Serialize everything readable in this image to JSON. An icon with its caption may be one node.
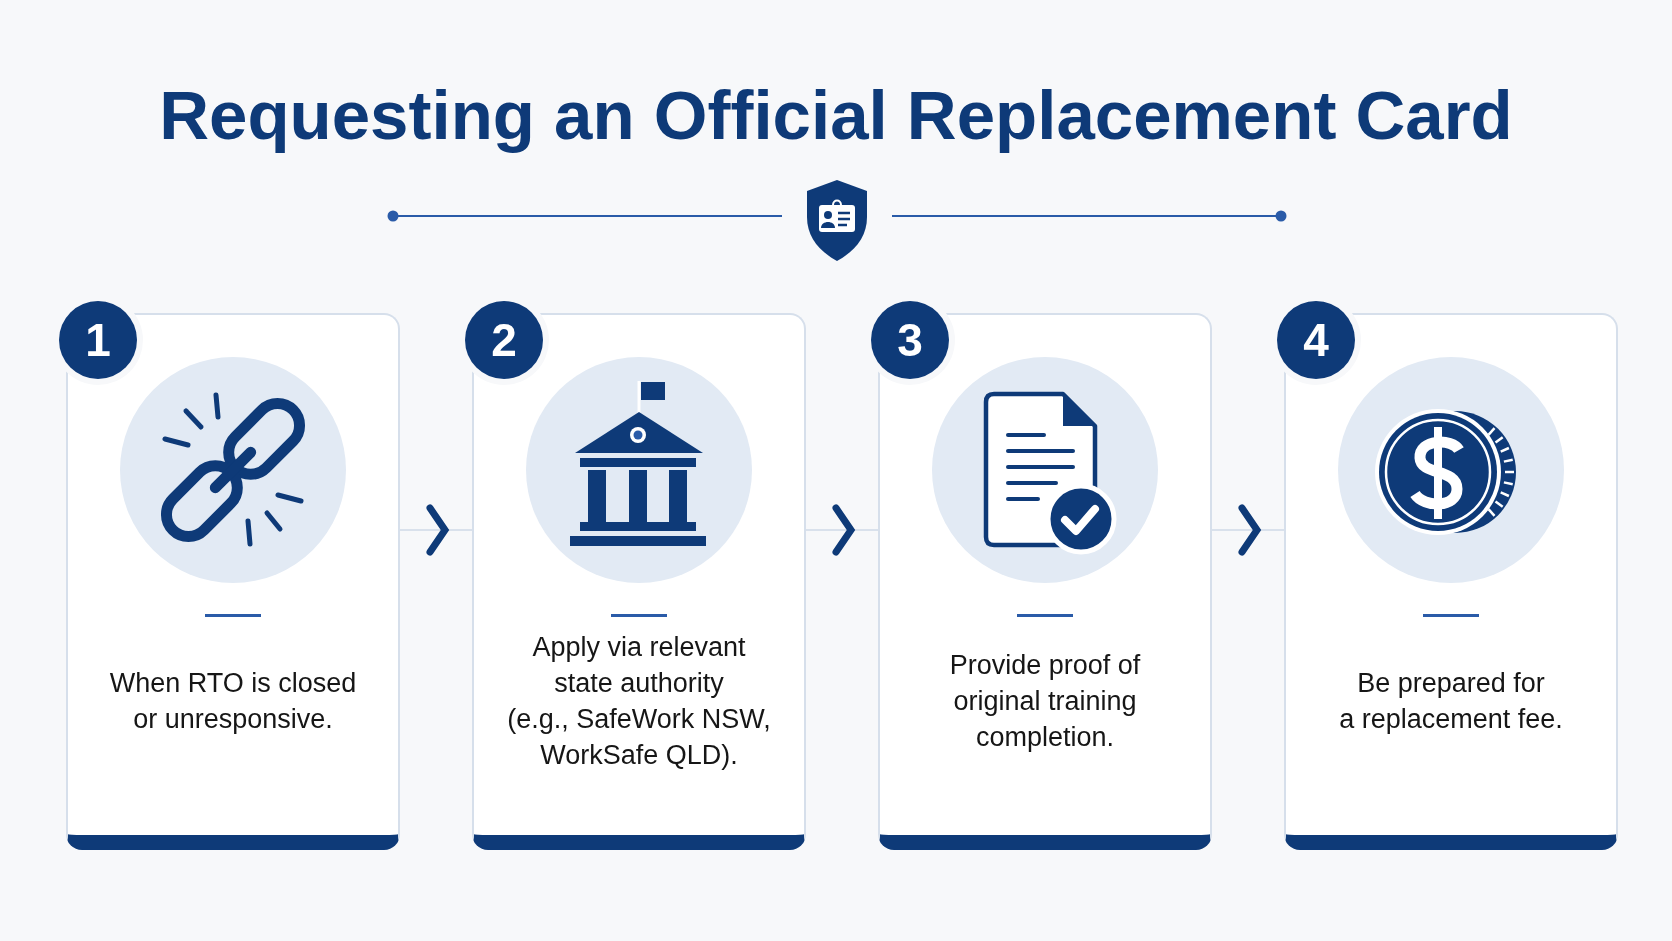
{
  "diagram": {
    "title": "Requesting an Official Replacement Card",
    "nodes": [
      {
        "text": [
          "1"
        ]
      },
      {
        "text": [
          "When RTO is closed or unresponsive."
        ]
      },
      {
        "text": [
          "2"
        ]
      },
      {
        "text": [
          "Apply via relevant state authority (e.g., SafeWork NSW, WorkSafe QLD)."
        ]
      },
      {
        "text": [
          "3"
        ]
      },
      {
        "text": [
          "Provide proof of original training completion."
        ]
      },
      {
        "text": [
          "4"
        ]
      },
      {
        "text": [
          "Be prepared for a replacement fee."
        ]
      }
    ],
    "edges": [
      {
        "from": 1,
        "to": 3,
        "arrow": "to"
      },
      {
        "from": 3,
        "to": 5,
        "arrow": "to"
      },
      {
        "from": 5,
        "to": 7,
        "arrow": "to"
      }
    ]
  }
}
